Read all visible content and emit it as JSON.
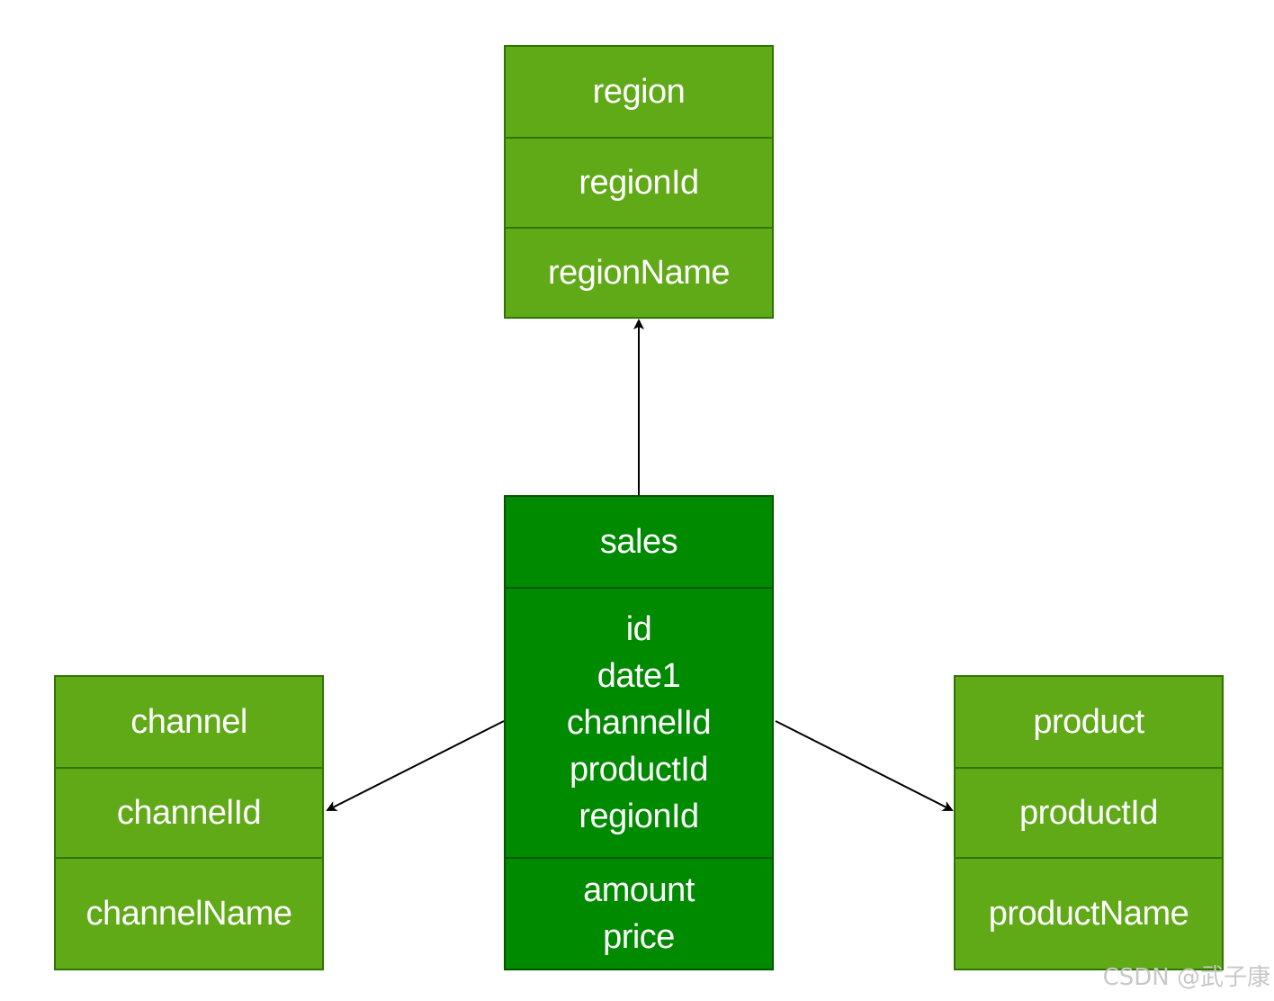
{
  "diagram": {
    "type": "star-schema",
    "entities": {
      "region": {
        "title": "region",
        "fields": [
          "regionId",
          "regionName"
        ]
      },
      "sales": {
        "title": "sales",
        "keys": [
          "id",
          "date1",
          "channelId",
          "productId",
          "regionId"
        ],
        "measures": [
          "amount",
          "price"
        ]
      },
      "channel": {
        "title": "channel",
        "fields": [
          "channelId",
          "channelName"
        ]
      },
      "product": {
        "title": "product",
        "fields": [
          "productId",
          "productName"
        ]
      }
    },
    "relations": [
      {
        "from": "sales",
        "to": "region"
      },
      {
        "from": "sales",
        "to": "channel"
      },
      {
        "from": "sales",
        "to": "product"
      }
    ],
    "colors": {
      "dimension_fill": "#60a917",
      "fact_fill": "#008a00",
      "text": "#ffffff",
      "arrow": "#000000"
    }
  },
  "watermark": "CSDN @武子康"
}
